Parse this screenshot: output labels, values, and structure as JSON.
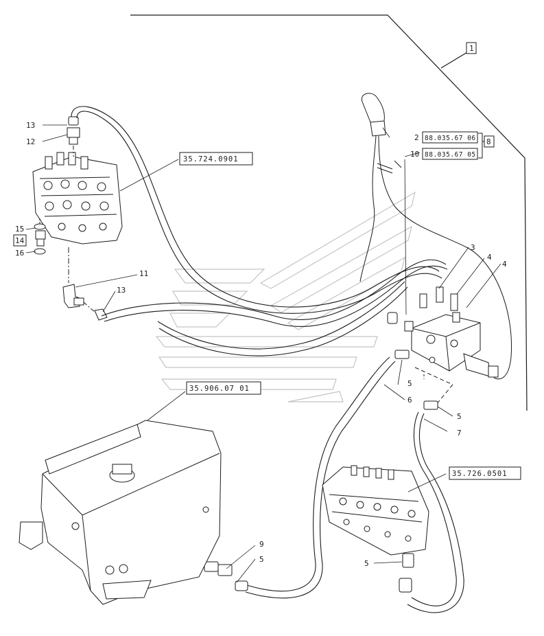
{
  "callouts": {
    "c1": "1",
    "c2": "2",
    "c3": "3",
    "c4a": "4",
    "c4b": "4",
    "c5a": "5",
    "c5b": "5",
    "c5c": "5",
    "c5d": "5",
    "c6": "6",
    "c7": "7",
    "c8": "8",
    "c9": "9",
    "c10": "10",
    "c11": "11",
    "c12": "12",
    "c13a": "13",
    "c13b": "13",
    "c14": "14",
    "c15": "15",
    "c16": "16"
  },
  "references": {
    "r_724": "35.724.0901",
    "r_906": "35.906.07 01",
    "r_726": "35.726.0501",
    "r_0606": "88.035.67 06",
    "r_0605": "88.035.67 05"
  },
  "colors": {
    "line": "#1a1a1a",
    "watermark": "#bdbdbd",
    "background": "#ffffff"
  }
}
